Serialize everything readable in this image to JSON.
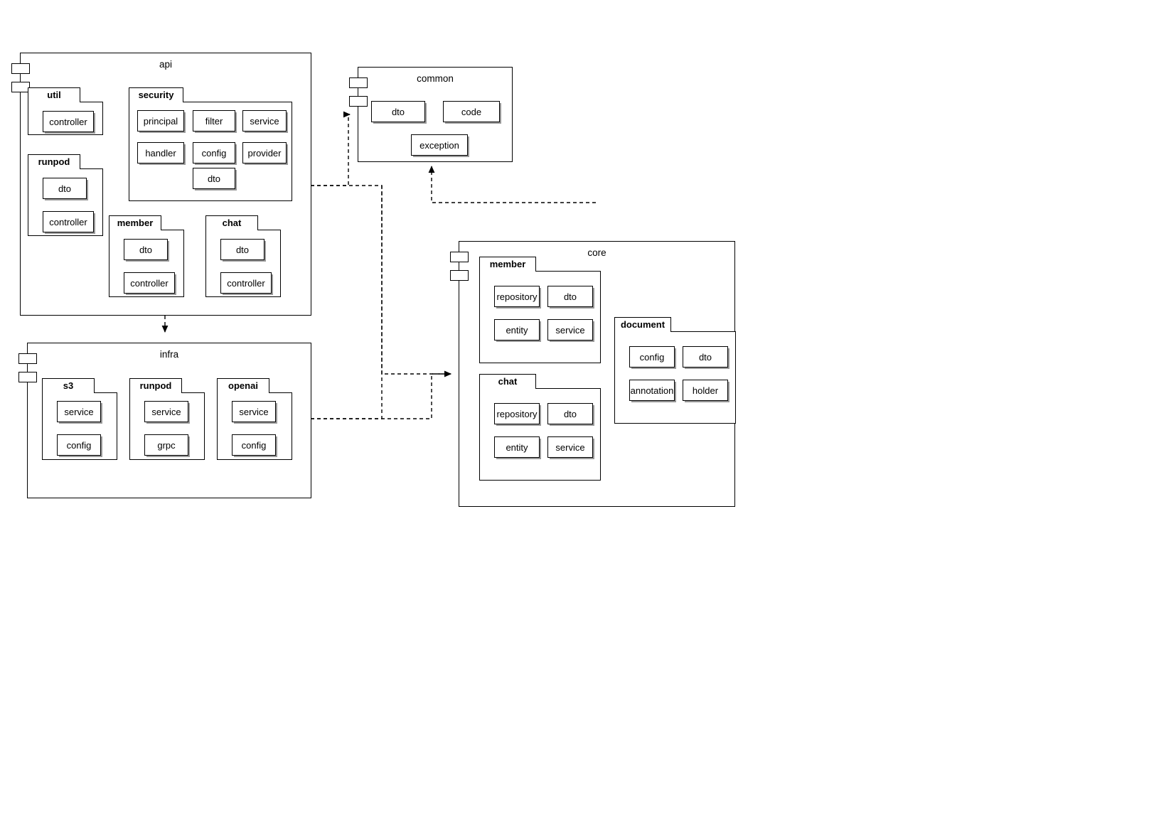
{
  "diagram": {
    "kind": "uml-package-component-diagram",
    "background": "#ffffff",
    "line_color": "#000000",
    "shadow_color": "#999999"
  },
  "components": {
    "api": {
      "title": "api",
      "packages": {
        "util": {
          "title": "util",
          "leaves": [
            "controller"
          ]
        },
        "runpod": {
          "title": "runpod",
          "leaves": [
            "dto",
            "controller"
          ]
        },
        "security": {
          "title": "security",
          "leaves": [
            "principal",
            "filter",
            "service",
            "handler",
            "config",
            "provider",
            "dto"
          ]
        },
        "member": {
          "title": "member",
          "leaves": [
            "dto",
            "controller"
          ]
        },
        "chat": {
          "title": "chat",
          "leaves": [
            "dto",
            "controller"
          ]
        }
      }
    },
    "common": {
      "title": "common",
      "leaves": [
        "dto",
        "code",
        "exception"
      ]
    },
    "infra": {
      "title": "infra",
      "packages": {
        "s3": {
          "title": "s3",
          "leaves": [
            "service",
            "config"
          ]
        },
        "runpod": {
          "title": "runpod",
          "leaves": [
            "service",
            "grpc"
          ]
        },
        "openai": {
          "title": "openai",
          "leaves": [
            "service",
            "config"
          ]
        }
      }
    },
    "core": {
      "title": "core",
      "packages": {
        "member": {
          "title": "member",
          "leaves": [
            "repository",
            "dto",
            "entity",
            "service"
          ]
        },
        "chat": {
          "title": "chat",
          "leaves": [
            "repository",
            "dto",
            "entity",
            "service"
          ]
        },
        "document": {
          "title": "document",
          "leaves": [
            "config",
            "dto",
            "annotation",
            "holder"
          ]
        }
      }
    }
  },
  "dependencies": [
    {
      "from": "api",
      "to": "common",
      "style": "dashed",
      "arrow": "open"
    },
    {
      "from": "api",
      "to": "infra",
      "style": "dashed",
      "arrow": "open"
    },
    {
      "from": "api",
      "to": "core",
      "style": "dashed",
      "arrow": "open"
    },
    {
      "from": "core",
      "to": "common",
      "style": "dashed",
      "arrow": "open"
    },
    {
      "from": "infra",
      "to": "core",
      "style": "dashed",
      "arrow": "open"
    },
    {
      "from": "infra",
      "to": "common",
      "style": "dashed",
      "arrow": "open"
    }
  ]
}
